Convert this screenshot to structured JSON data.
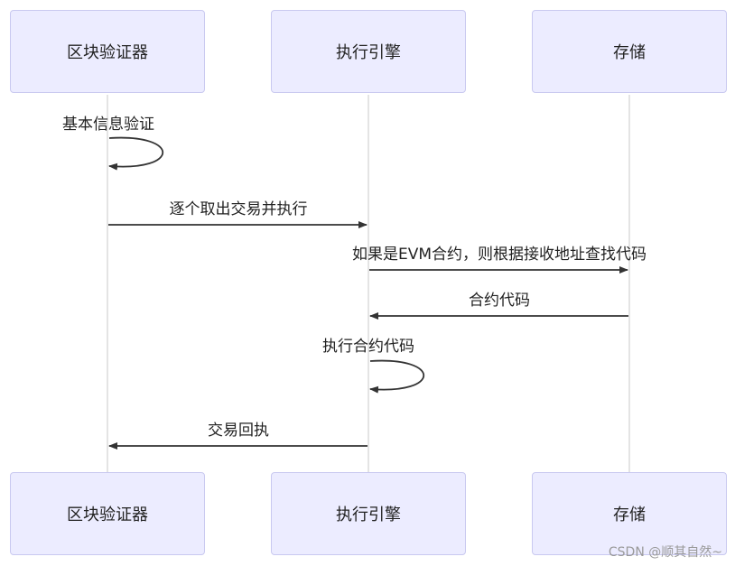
{
  "actors": [
    {
      "id": "validator",
      "label": "区块验证器"
    },
    {
      "id": "engine",
      "label": "执行引擎"
    },
    {
      "id": "storage",
      "label": "存储"
    }
  ],
  "messages": [
    {
      "id": "m1",
      "from": "validator",
      "to": "validator",
      "label": "基本信息验证",
      "self": true
    },
    {
      "id": "m2",
      "from": "validator",
      "to": "engine",
      "label": "逐个取出交易并执行"
    },
    {
      "id": "m3",
      "from": "engine",
      "to": "storage",
      "label": "如果是EVM合约，则根据接收地址查找代码"
    },
    {
      "id": "m4",
      "from": "storage",
      "to": "engine",
      "label": "合约代码"
    },
    {
      "id": "m5",
      "from": "engine",
      "to": "engine",
      "label": "执行合约代码",
      "self": true
    },
    {
      "id": "m6",
      "from": "engine",
      "to": "validator",
      "label": "交易回执"
    }
  ],
  "colors": {
    "actor_fill": "#ececff",
    "actor_border": "#c9c9f0",
    "lifeline": "#e4e4e4",
    "arrow": "#333333"
  },
  "watermark": "CSDN @顺其自然~"
}
